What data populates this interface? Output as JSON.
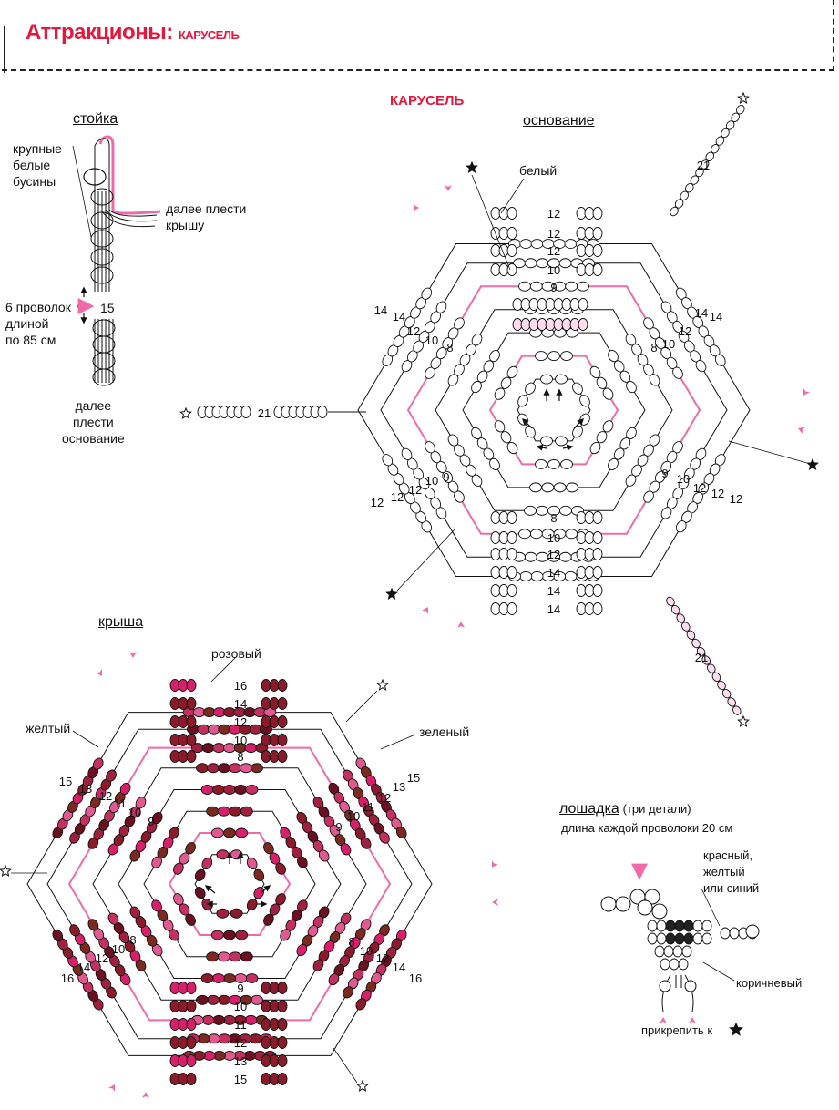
{
  "header": {
    "title_main": "Аттракционы:",
    "title_sub": "карусель"
  },
  "heading": "КАРУСЕЛЬ",
  "stand": {
    "title": "стойка",
    "large_white_beads": [
      "крупные",
      "белые",
      "бусины"
    ],
    "continue_roof": [
      "далее плести",
      "крышу"
    ],
    "wires": [
      "6 проволок",
      "длиной",
      "по 85 см"
    ],
    "count": "15",
    "continue_base": [
      "далее",
      "плести",
      "основание"
    ]
  },
  "base": {
    "title": "основание",
    "white_label": "белый",
    "arm_count": "21",
    "row_numbers_top": [
      "12",
      "12",
      "12",
      "10",
      "9",
      "8"
    ],
    "row_numbers_bottom": [
      "8",
      "10",
      "12",
      "14",
      "14",
      "14"
    ],
    "side_numbers": [
      "14",
      "14",
      "12",
      "10",
      "8",
      "9",
      "10",
      "12",
      "12",
      "12"
    ]
  },
  "roof": {
    "title": "крыша",
    "pink": "розовый",
    "yellow": "желтый",
    "green": "зеленый",
    "row_numbers_top": [
      "16",
      "14",
      "12",
      "10",
      "8"
    ],
    "row_numbers_bottom": [
      "9",
      "10",
      "11",
      "12",
      "13",
      "15"
    ],
    "side_numbers": [
      "15",
      "13",
      "12",
      "11",
      "10",
      "9",
      "8",
      "10",
      "12",
      "14",
      "16"
    ]
  },
  "horse": {
    "title": "лошадка",
    "title_note": "(три детали)",
    "wire_length": "длина каждой проволоки 20 см",
    "colors": [
      "красный,",
      "желтый",
      "или синий"
    ],
    "brown": "коричневый",
    "attach": "прикрепить к"
  },
  "colors": {
    "pink": "#f06aa8",
    "dark_red": "#8b1a2a",
    "magenta": "#d8206a",
    "accent_red": "#e4173c"
  }
}
